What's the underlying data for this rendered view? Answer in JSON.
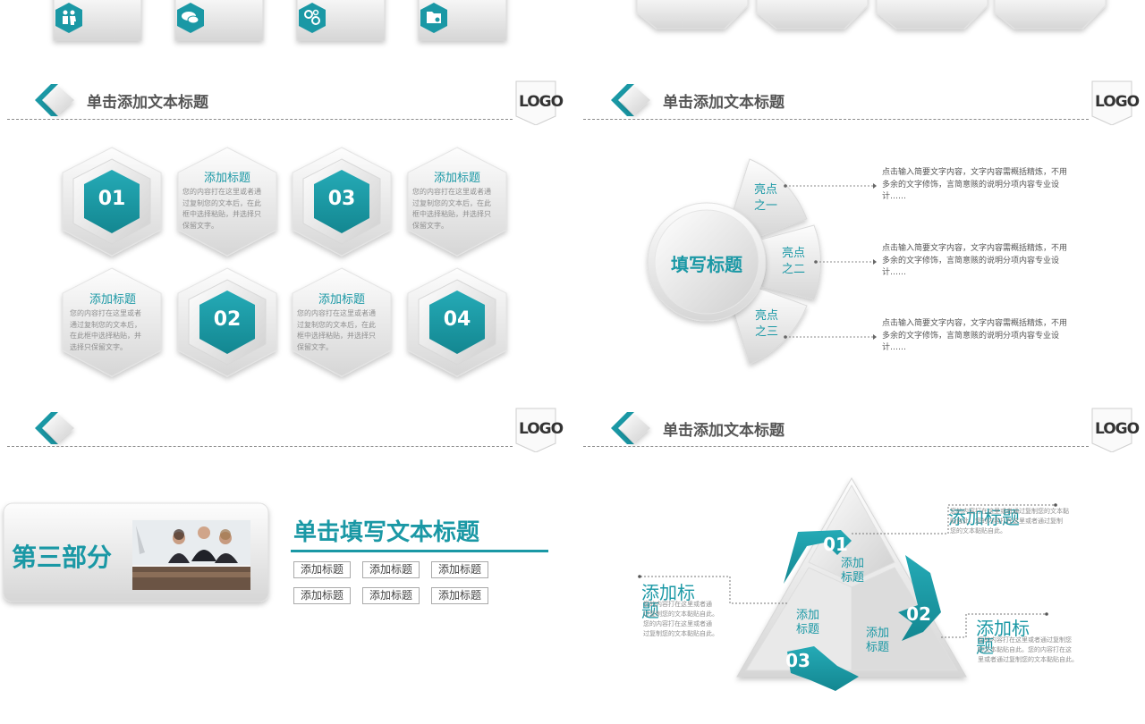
{
  "logo_text": "LOGO",
  "header_title": "单击添加文本标题",
  "colors": {
    "accent": "#1a98a5",
    "light_gray": "#e9e9e9",
    "dark_text": "#555555"
  },
  "top_strip": {
    "left_icons": [
      "people-icon",
      "chat-icon",
      "gears-icon",
      "folder-icon"
    ]
  },
  "slide_hex": {
    "numbers": [
      "01",
      "03",
      "02",
      "04"
    ],
    "cards": [
      {
        "title": "添加标题",
        "lines": [
          "您的内容打在这里或者通",
          "过复制您的文本后，在此",
          "框中选择粘贴，并选择只",
          "保留文字。"
        ]
      },
      {
        "title": "添加标题",
        "lines": [
          "您的内容打在这里或者通",
          "过复制您的文本后，在此",
          "框中选择粘贴，并选择只",
          "保留文字。"
        ]
      },
      {
        "title": "添加标题",
        "lines": [
          "您的内容打在这里或者",
          "通过复制您的文本后，",
          "在此框中选择粘贴，并",
          "选择只保留文字。"
        ]
      },
      {
        "title": "添加标题",
        "lines": [
          "您的内容打在这里或者通",
          "过复制您的文本后，在此",
          "框中选择粘贴，并选择只",
          "保留文字。"
        ]
      }
    ]
  },
  "slide_fan": {
    "center": "填写标题",
    "segments": [
      {
        "l1": "亮点",
        "l2": "之一"
      },
      {
        "l1": "亮点",
        "l2": "之二"
      },
      {
        "l1": "亮点",
        "l2": "之三"
      }
    ],
    "descs": [
      [
        "点击输入简要文字内容，文字内容需概括精炼，不用",
        "多余的文字修饰，言简意赅的说明分项内容专业设",
        "计……"
      ],
      [
        "点击输入简要文字内容，文字内容需概括精炼，不用",
        "多余的文字修饰，言简意赅的说明分项内容专业设",
        "计……"
      ],
      [
        "点击输入简要文字内容，文字内容需概括精炼，不用",
        "多余的文字修饰，言简意赅的说明分项内容专业设",
        "计……"
      ]
    ]
  },
  "slide_section": {
    "part": "第三部分",
    "title": "单击填写文本标题",
    "tags": [
      "添加标题",
      "添加标题",
      "添加标题",
      "添加标题",
      "添加标题",
      "添加标题"
    ]
  },
  "slide_triangle": {
    "numbers": [
      "01",
      "02",
      "03"
    ],
    "inner": [
      {
        "l1": "添加",
        "l2": "标题"
      },
      {
        "l1": "添加",
        "l2": "标题"
      },
      {
        "l1": "添加",
        "l2": "标题"
      }
    ],
    "callouts": [
      {
        "title": "添加标题",
        "lines": [
          "您的内容打在这里或者通过复制您的文本黏",
          "贴自此。您的内容打在这里或者通过复制",
          "您的文本黏贴自此。"
        ]
      },
      {
        "title": "添加标题",
        "lines": [
          "您的内容打在这里或者通",
          "过复制您的文本黏贴自此。",
          "您的内容打在这里或者通",
          "过复制您的文本黏贴自此。"
        ]
      },
      {
        "title": "添加标题",
        "lines": [
          "您的内容打在这里或者通过复制您",
          "的文本黏贴自此。您的内容打在这",
          "里或者通过复制您的文本黏贴自此。"
        ]
      }
    ]
  }
}
